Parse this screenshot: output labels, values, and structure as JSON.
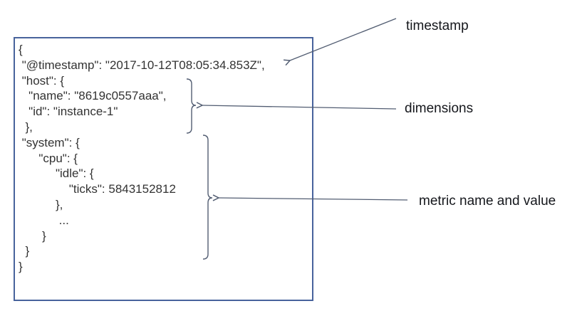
{
  "code_box": {
    "lines": [
      "{",
      " \"@timestamp\": \"2017-10-12T08:05:34.853Z\",",
      " \"host\": {",
      "   \"name\": \"8619c0557aaa\",",
      "   \"id\": \"instance-1\"",
      "  },",
      " \"system\": {",
      "      \"cpu\": {",
      "           \"idle\": {",
      "               \"ticks\": 5843152812",
      "           },",
      "            ...",
      "       }",
      "  }",
      "}"
    ]
  },
  "annotations": {
    "timestamp": {
      "label": "timestamp"
    },
    "dimensions": {
      "label": "dimensions"
    },
    "metric": {
      "label": "metric name and value"
    }
  },
  "colors": {
    "box-border": "#48639c",
    "code-text": "#333333",
    "label-text": "#15171c",
    "annotation": "#525d72"
  }
}
